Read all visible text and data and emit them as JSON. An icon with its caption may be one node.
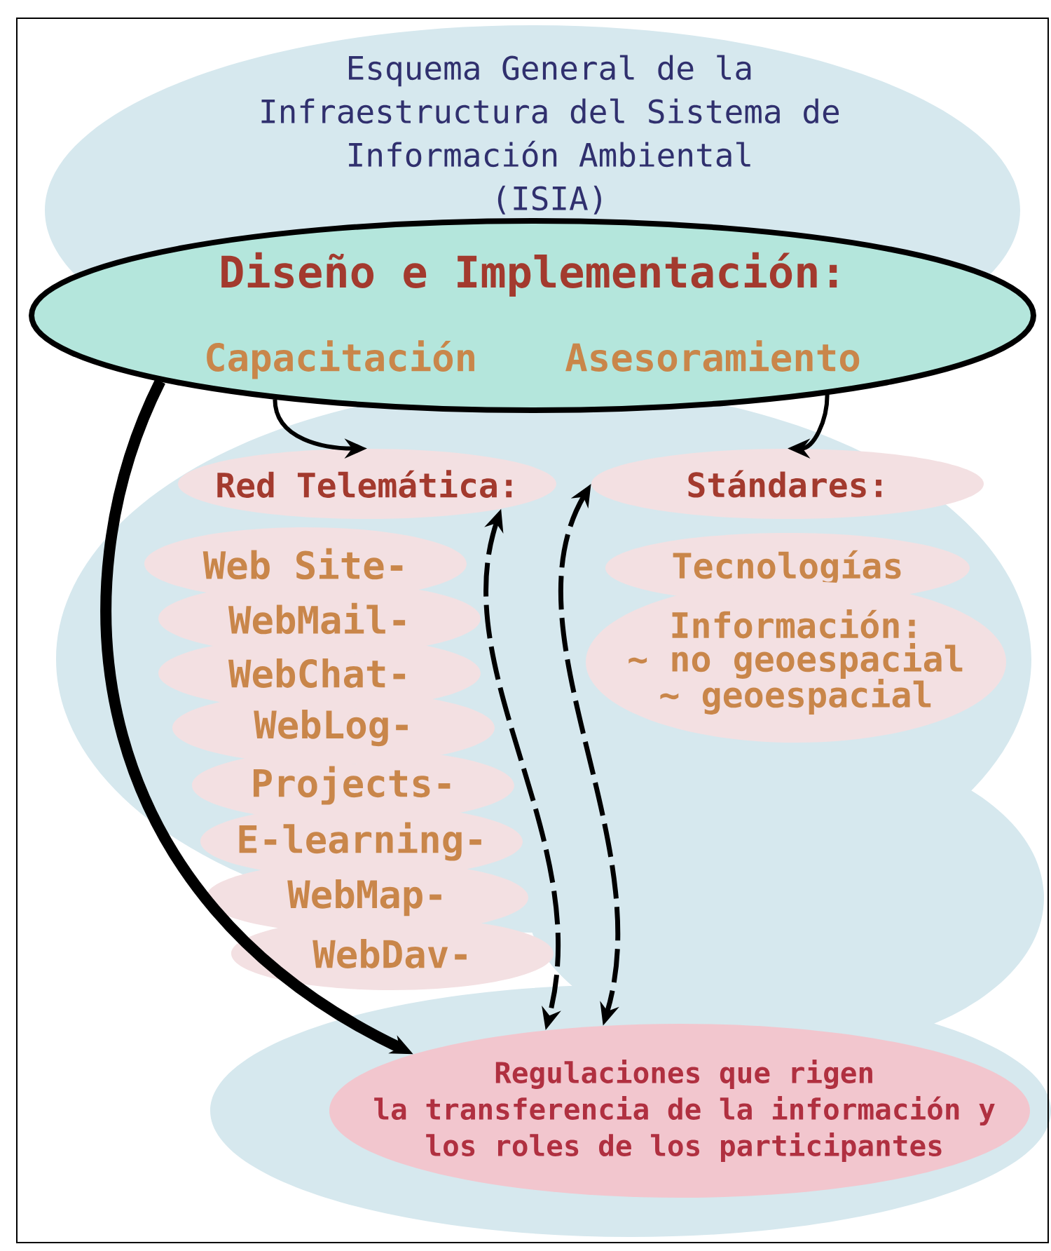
{
  "diagram": {
    "title": "Esquema General de la Infraestructura del Sistema de Información Ambiental (ISIA)",
    "nodes": [
      {
        "text": [
          "Diseño e Implementación:",
          "Capacitación",
          "Asesoramiento"
        ]
      },
      {
        "text": [
          "Red Telemática:"
        ]
      },
      {
        "text": [
          "Stándares:"
        ]
      },
      {
        "text": [
          "Tecnologías"
        ]
      },
      {
        "text": [
          "Información:",
          "~ no geoespacial",
          "~ geoespacial"
        ]
      },
      {
        "text": [
          "Regulaciones que rigen la transferencia de la información y los roles de los participantes"
        ]
      }
    ],
    "edges": [
      {
        "from": 0,
        "to": 1,
        "arrow": "to"
      },
      {
        "from": 0,
        "to": 2,
        "arrow": "to"
      },
      {
        "from": 0,
        "to": 5,
        "arrow": "to",
        "style": "thick"
      },
      {
        "from": 1,
        "to": 5,
        "arrow": "both",
        "style": "dashed"
      },
      {
        "from": 2,
        "to": 5,
        "arrow": "both",
        "style": "dashed"
      }
    ],
    "labels": [
      "Web Site-",
      "WebMail-",
      "WebChat-",
      "WebLog-",
      "Projects-",
      "E-learning-",
      "WebMap-",
      "WebDav-"
    ]
  }
}
